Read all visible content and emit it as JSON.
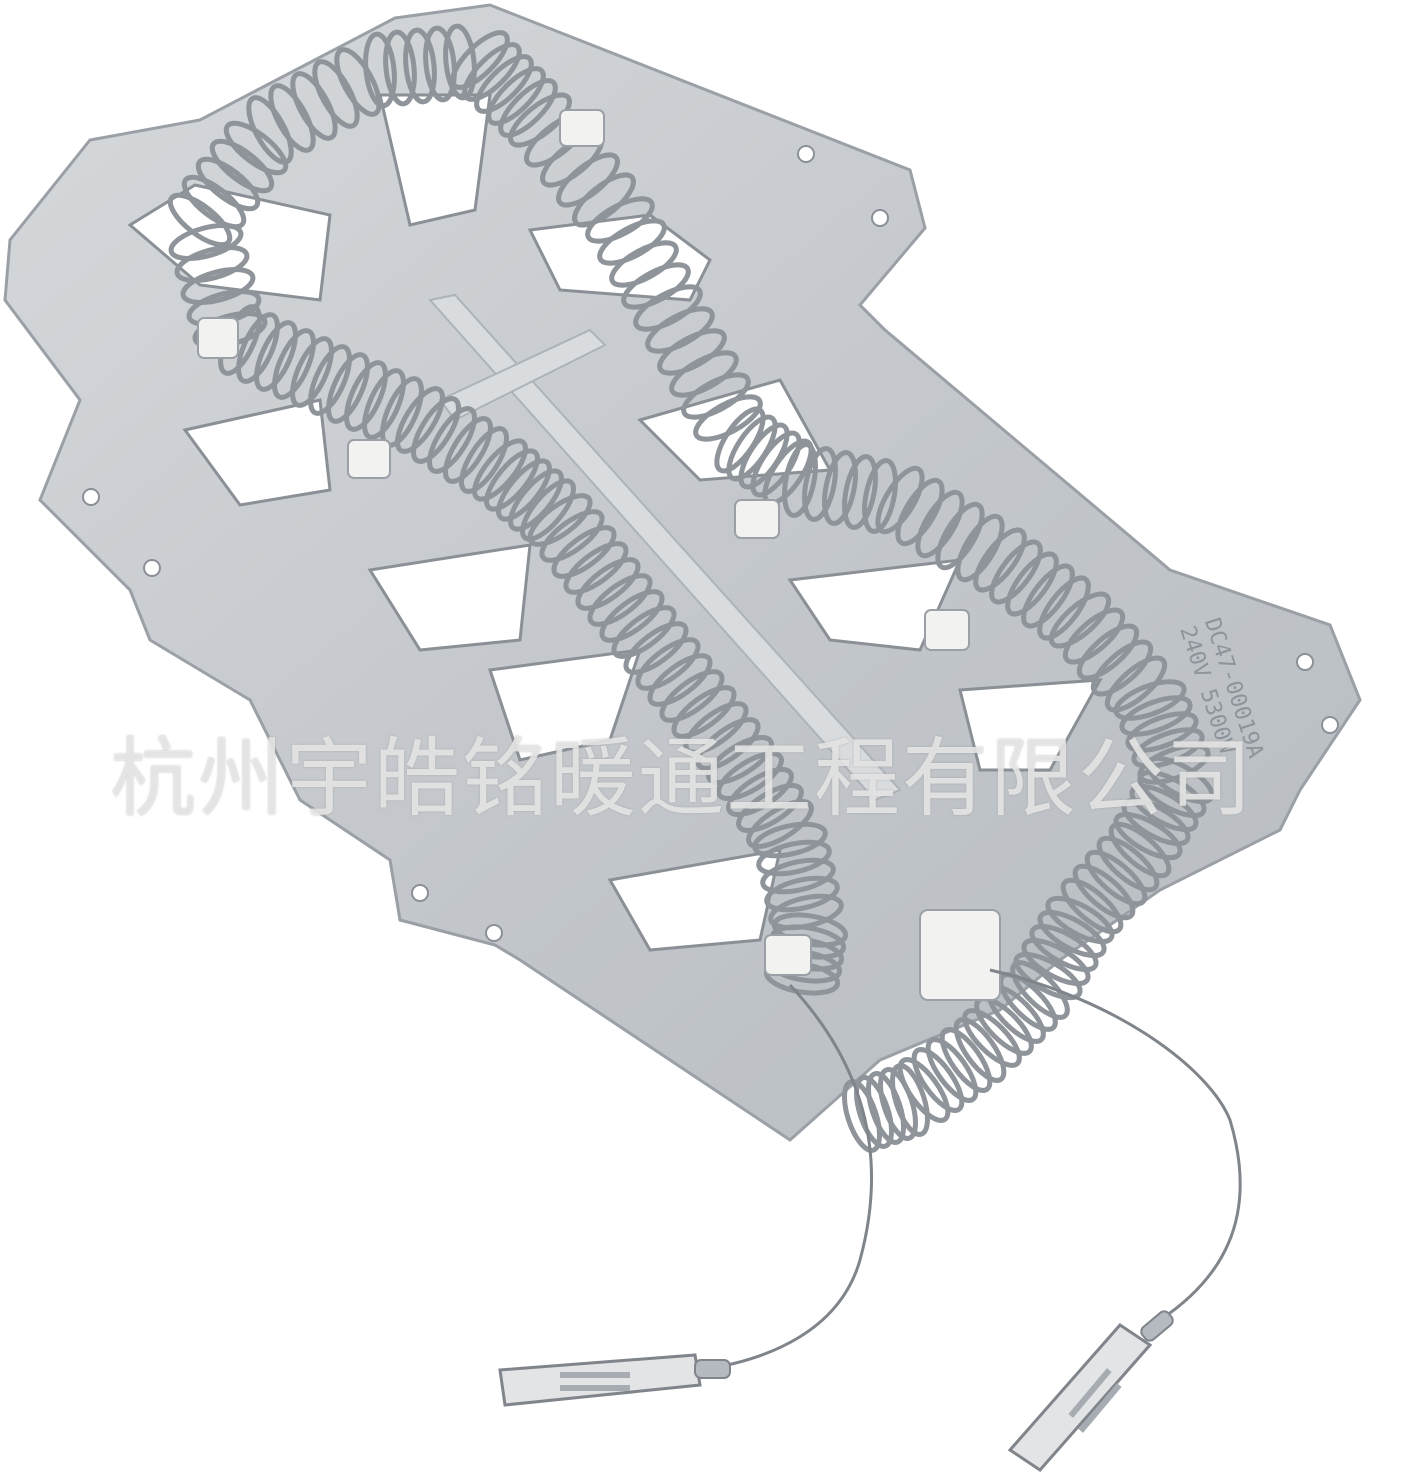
{
  "photo": {
    "subject_icon": "heating-element-icon",
    "colors": {
      "background": "#ffffff",
      "plate": "#c9cdd1",
      "plate_edge": "#9aa0a6",
      "coil": "#8e949a",
      "ceramic": "#f2f2f0",
      "hole": "#ffffff"
    }
  },
  "stamp": {
    "part_number": "DC47-00019A",
    "rating": "240V 5300W"
  },
  "watermark": {
    "text": "杭州宇皓铭暖通工程有限公司"
  }
}
